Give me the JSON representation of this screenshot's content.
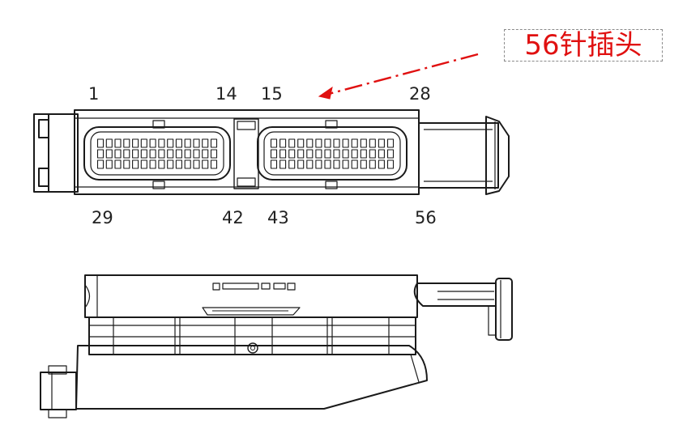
{
  "callout": {
    "label": "56针插头",
    "color": "#e01010"
  },
  "pins": {
    "top": [
      "1",
      "14",
      "15",
      "28"
    ],
    "bottom": [
      "29",
      "42",
      "43",
      "56"
    ]
  },
  "line_color": "#1a1a1a"
}
